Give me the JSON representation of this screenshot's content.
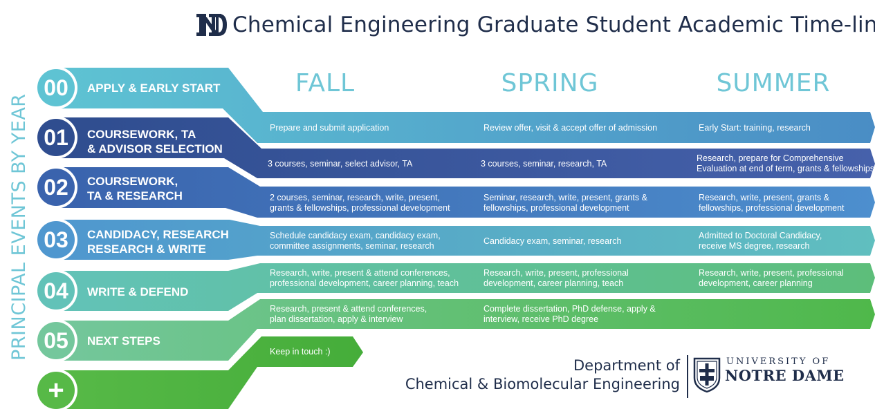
{
  "header": {
    "title": "Chemical Engineering Graduate Student Academic Time-line",
    "logo_icon": "notre-dame-monogram-icon"
  },
  "side_label": "PRINCIPAL EVENTS BY YEAR",
  "seasons": [
    "FALL",
    "SPRING",
    "SUMMER"
  ],
  "years": [
    {
      "number": "00",
      "label_line1": "APPLY & EARLY START",
      "label_line2": "",
      "color": "#5ec3d3"
    },
    {
      "number": "01",
      "label_line1": "COURSEWORK, TA",
      "label_line2": "& ADVISOR SELECTION",
      "color": "#3d5fa6"
    },
    {
      "number": "02",
      "label_line1": "COURSEWORK,",
      "label_line2": "TA & RESEARCH",
      "color": "#3f6db5"
    },
    {
      "number": "03",
      "label_line1": "CANDIDACY, RESEARCH",
      "label_line2": "RESEARCH & WRITE",
      "color": "#4f97cf"
    },
    {
      "number": "04",
      "label_line1": "WRITE & DEFEND",
      "label_line2": "",
      "color": "#62c2b8"
    },
    {
      "number": "05",
      "label_line1": "NEXT STEPS",
      "label_line2": "",
      "color": "#6dc494"
    },
    {
      "number": "+",
      "label_line1": "",
      "label_line2": "",
      "color": "#57b947"
    }
  ],
  "rows": [
    {
      "fall": [
        "Prepare and submit application"
      ],
      "spring": [
        "Review offer, visit & accept offer of admission"
      ],
      "summer": [
        "Early Start: training, research"
      ]
    },
    {
      "fall": [
        "3 courses, seminar, select advisor, TA"
      ],
      "spring": [
        "3 courses, seminar, research, TA"
      ],
      "summer": [
        "Research, prepare for Comprehensive",
        "Evaluation at end of term, grants & fellowships"
      ]
    },
    {
      "fall": [
        "2 courses, seminar, research, write, present,",
        "grants & fellowships, professional development"
      ],
      "spring": [
        "Seminar, research, write, present, grants &",
        "fellowships, professional development"
      ],
      "summer": [
        "Research, write, present, grants &",
        "fellowships, professional development"
      ]
    },
    {
      "fall": [
        "Schedule candidacy exam, candidacy exam,",
        "committee assignments, seminar, research"
      ],
      "spring": [
        "Candidacy exam, seminar, research"
      ],
      "summer": [
        "Admitted to Doctoral Candidacy,",
        "receive MS degree, research"
      ]
    },
    {
      "fall": [
        "Research, write, present & attend conferences,",
        "professional development, career planning, teach"
      ],
      "spring": [
        "Research, write, present, professional",
        "development, career planning, teach"
      ],
      "summer": [
        "Research, write, present, professional",
        "development, career planning"
      ]
    },
    {
      "fall": [
        "Research, present & attend conferences,",
        "plan dissertation, apply & interview"
      ],
      "spring": [
        "Complete dissertation, PhD defense, apply &",
        "interview, receive PhD degree"
      ],
      "summer": []
    },
    {
      "fall": [
        "Keep in touch :)"
      ],
      "spring": [],
      "summer": []
    }
  ],
  "footer": {
    "dept_line1": "Department of",
    "dept_line2": "Chemical & Biomolecular Engineering",
    "university_small": "UNIVERSITY OF",
    "university_big": "NOTRE DAME",
    "crest_icon": "university-crest-icon"
  }
}
